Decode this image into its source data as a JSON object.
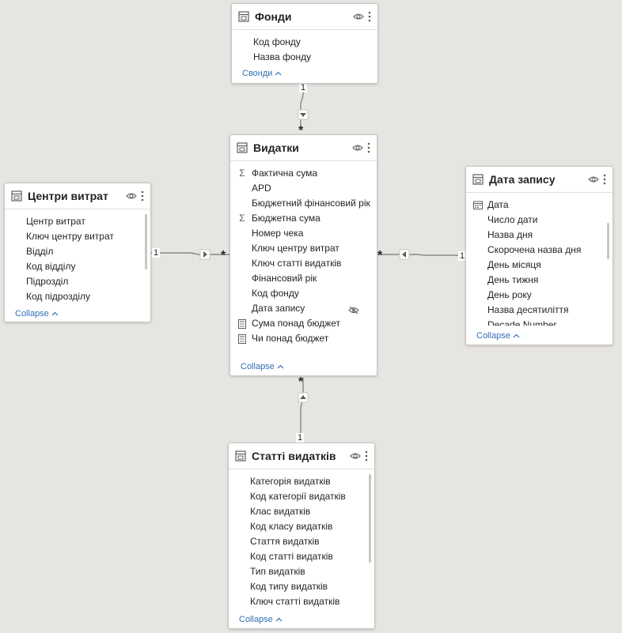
{
  "tables": {
    "fondy": {
      "title": "Фонди",
      "fields": [
        "Код фонду",
        "Назва фонду"
      ],
      "collapse_label": "Свонди"
    },
    "vydatky": {
      "title": "Видатки",
      "fields": [
        {
          "label": "Фактична сума",
          "icon": "sigma-icon"
        },
        {
          "label": "APD",
          "icon": ""
        },
        {
          "label": "Бюджетний фінансовий рік",
          "icon": ""
        },
        {
          "label": "Бюджетна сума",
          "icon": "sigma-icon"
        },
        {
          "label": "Номер чека",
          "icon": ""
        },
        {
          "label": "Ключ центру витрат",
          "icon": ""
        },
        {
          "label": "Ключ статті видатків",
          "icon": ""
        },
        {
          "label": "Фінансовий рік",
          "icon": ""
        },
        {
          "label": "Код фонду",
          "icon": ""
        },
        {
          "label": "Дата запису",
          "icon": "",
          "hidden": true
        },
        {
          "label": "Сума понад бюджет",
          "icon": "calculator-icon"
        },
        {
          "label": "Чи понад бюджет",
          "icon": "calculator-icon"
        }
      ],
      "collapse_label": "Collapse"
    },
    "tsentry": {
      "title": "Центри витрат",
      "fields": [
        "Центр витрат",
        "Ключ центру витрат",
        "Відділ",
        "Код відділу",
        "Підрозділ",
        "Код підрозділу"
      ],
      "collapse_label": "Collapse"
    },
    "data_zapysu": {
      "title": "Дата запису",
      "fields": [
        {
          "label": "Дата",
          "icon": "calendar-icon"
        },
        {
          "label": "Число дати",
          "icon": ""
        },
        {
          "label": "Назва дня",
          "icon": ""
        },
        {
          "label": "Скорочена назва дня",
          "icon": ""
        },
        {
          "label": "День місяця",
          "icon": ""
        },
        {
          "label": "День тижня",
          "icon": ""
        },
        {
          "label": "День року",
          "icon": ""
        },
        {
          "label": "Назва десятиліття",
          "icon": ""
        },
        {
          "label": "Decade Number",
          "icon": ""
        }
      ],
      "collapse_label": "Collapse"
    },
    "statti": {
      "title": "Статті видатків",
      "fields": [
        "Категорія видатків",
        "Код категорії видатків",
        "Клас видатків",
        "Код класу видатків",
        "Стаття видатків",
        "Код статті видатків",
        "Тип видатків",
        "Код типу видатків",
        "Ключ статті видатків"
      ],
      "collapse_label": "Collapse"
    }
  },
  "relationships": {
    "one_label": "1",
    "many_label": "*"
  }
}
